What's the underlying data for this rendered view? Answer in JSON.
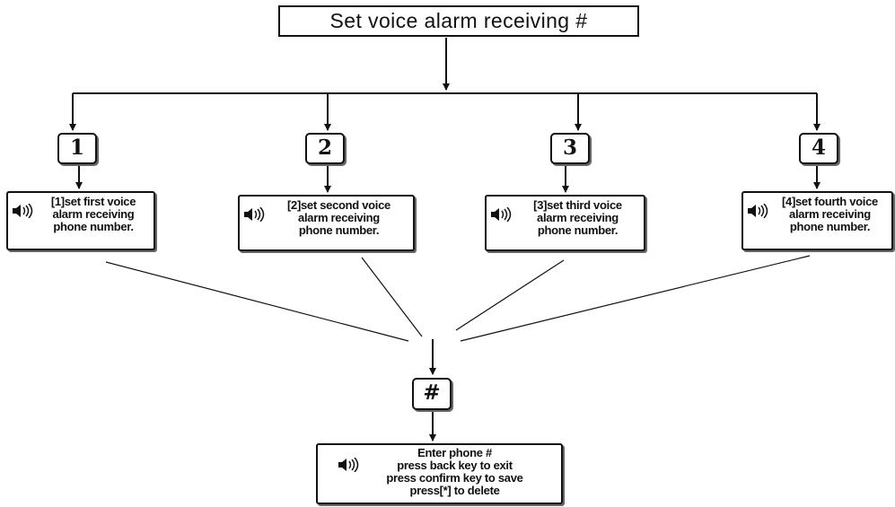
{
  "title": "Set voice alarm receiving #",
  "branches": [
    {
      "key": "1",
      "lines": [
        "[1]set first voice",
        "alarm receiving",
        "phone number."
      ]
    },
    {
      "key": "2",
      "lines": [
        "[2]set second voice",
        "alarm receiving",
        "phone number."
      ]
    },
    {
      "key": "3",
      "lines": [
        "[3]set third voice",
        "alarm receiving",
        "phone number."
      ]
    },
    {
      "key": "4",
      "lines": [
        "[4]set fourth voice",
        "alarm receiving",
        "phone number."
      ]
    }
  ],
  "confirm_key": "#",
  "final_prompt": {
    "lines": [
      "Enter phone #",
      "press back key to exit",
      "press confirm key to save",
      "press[*] to delete"
    ]
  }
}
